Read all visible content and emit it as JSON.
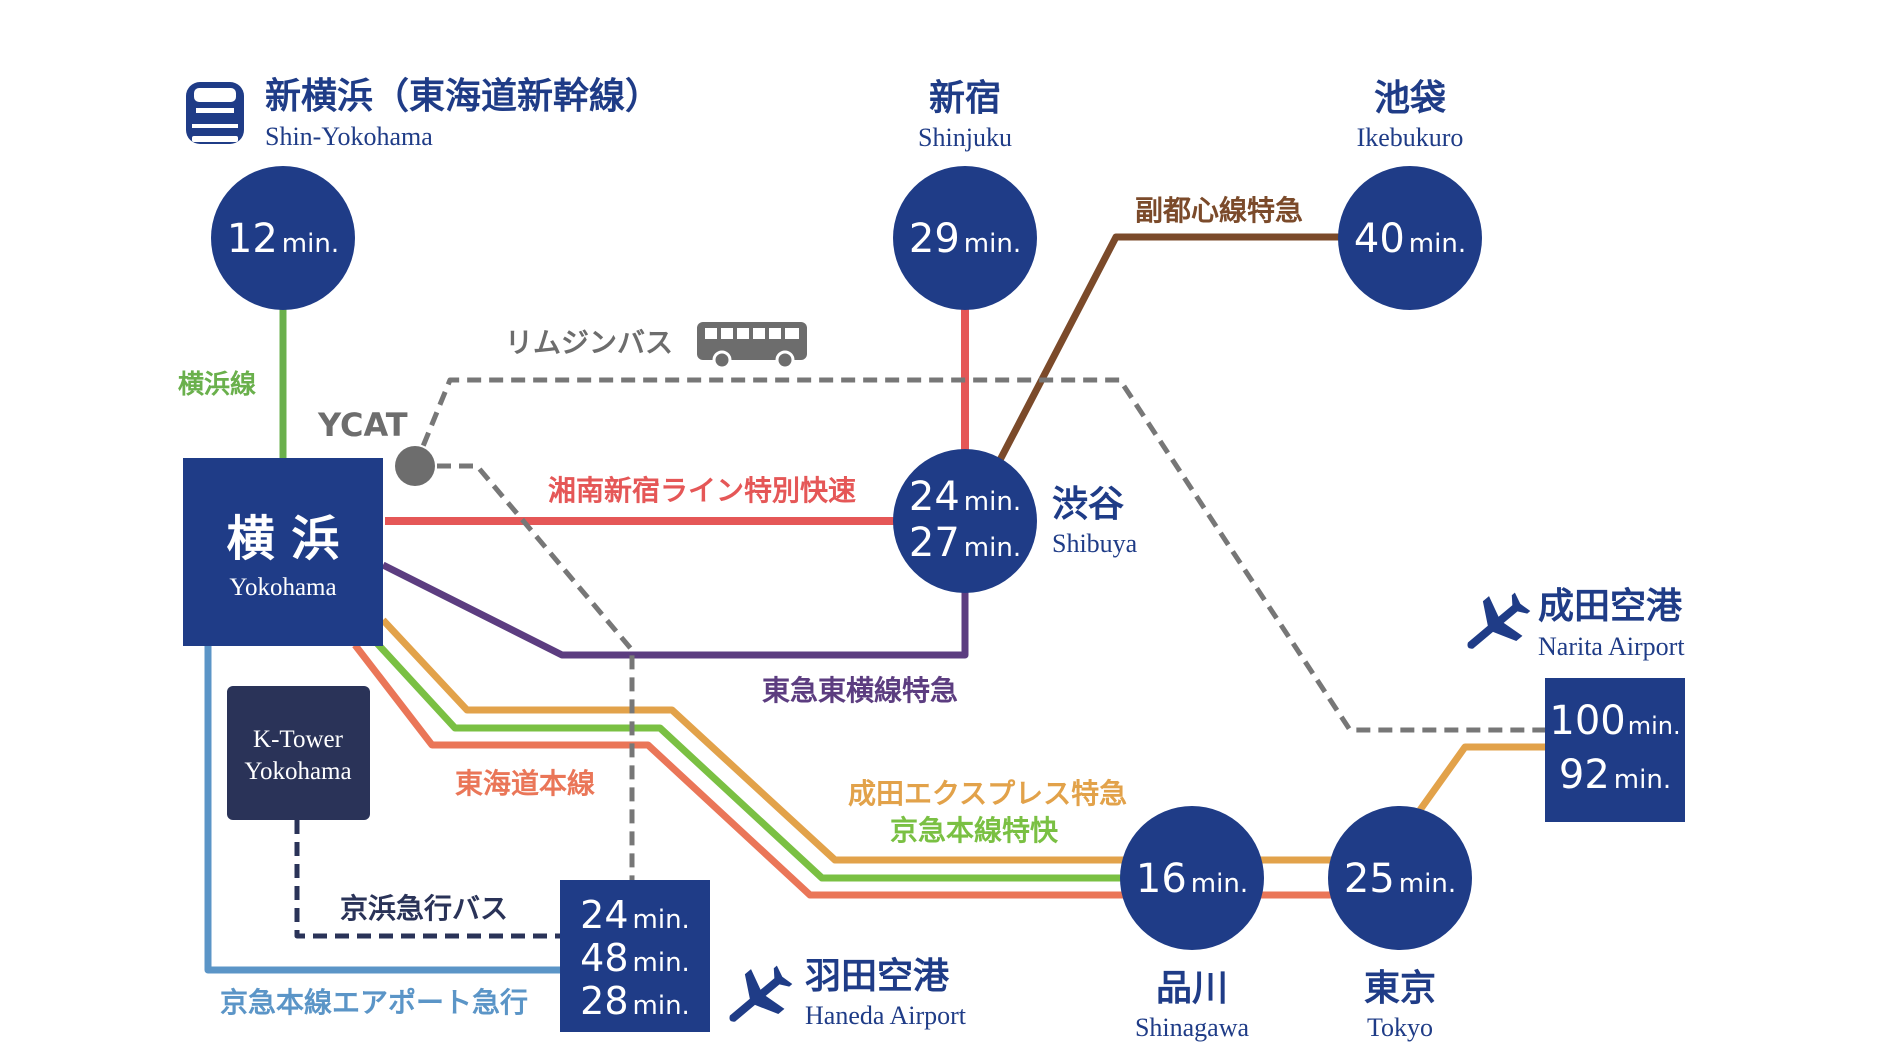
{
  "colors": {
    "navy": "#1f3c87",
    "navy_dark": "#2a3358",
    "text_navy": "#1f3c87",
    "gray": "#6d6d6d",
    "yokohama_line": "#6ab04c",
    "shonan_shinjuku": "#e55757",
    "toyoko": "#5c3d80",
    "fukutoshin": "#7b4a2a",
    "narita_express": "#e2a24a",
    "keikyu_main": "#7ac043",
    "tokaido": "#ea7658",
    "keikyu_airport": "#5b95c7",
    "limousine_bus": "#777777",
    "keihin_bus": "#2a3358"
  },
  "icons": {
    "shinkansen": "shinkansen-train-icon",
    "bus": "bus-icon",
    "airplane": "airplane-icon"
  },
  "hub": {
    "jp": "横 浜",
    "en": "Yokohama"
  },
  "ktower": {
    "line1": "K-Tower",
    "line2": "Yokohama"
  },
  "ycat": {
    "label": "YCAT"
  },
  "unit": "min.",
  "stations": {
    "shin_yokohama": {
      "jp": "新横浜（東海道新幹線）",
      "en": "Shin-Yokohama",
      "times": [
        "12"
      ]
    },
    "shinjuku": {
      "jp": "新宿",
      "en": "Shinjuku",
      "times": [
        "29"
      ]
    },
    "ikebukuro": {
      "jp": "池袋",
      "en": "Ikebukuro",
      "times": [
        "40"
      ]
    },
    "shibuya": {
      "jp": "渋谷",
      "en": "Shibuya",
      "times": [
        "24",
        "27"
      ]
    },
    "narita": {
      "jp": "成田空港",
      "en": "Narita Airport",
      "times": [
        "100",
        "92"
      ]
    },
    "shinagawa": {
      "jp": "品川",
      "en": "Shinagawa",
      "times": [
        "16"
      ]
    },
    "tokyo": {
      "jp": "東京",
      "en": "Tokyo",
      "times": [
        "25"
      ]
    },
    "haneda": {
      "jp": "羽田空港",
      "en": "Haneda Airport",
      "times": [
        "24",
        "48",
        "28"
      ]
    }
  },
  "lines": {
    "yokohama_line": "横浜線",
    "limousine_bus": "リムジンバス",
    "shonan_shinjuku": "湘南新宿ライン特別快速",
    "fukutoshin": "副都心線特急",
    "toyoko": "東急東横線特急",
    "tokaido": "東海道本線",
    "narita_express": "成田エクスプレス特急",
    "keikyu_main": "京急本線特快",
    "keihin_bus": "京浜急行バス",
    "keikyu_airport": "京急本線エアポート急行"
  }
}
